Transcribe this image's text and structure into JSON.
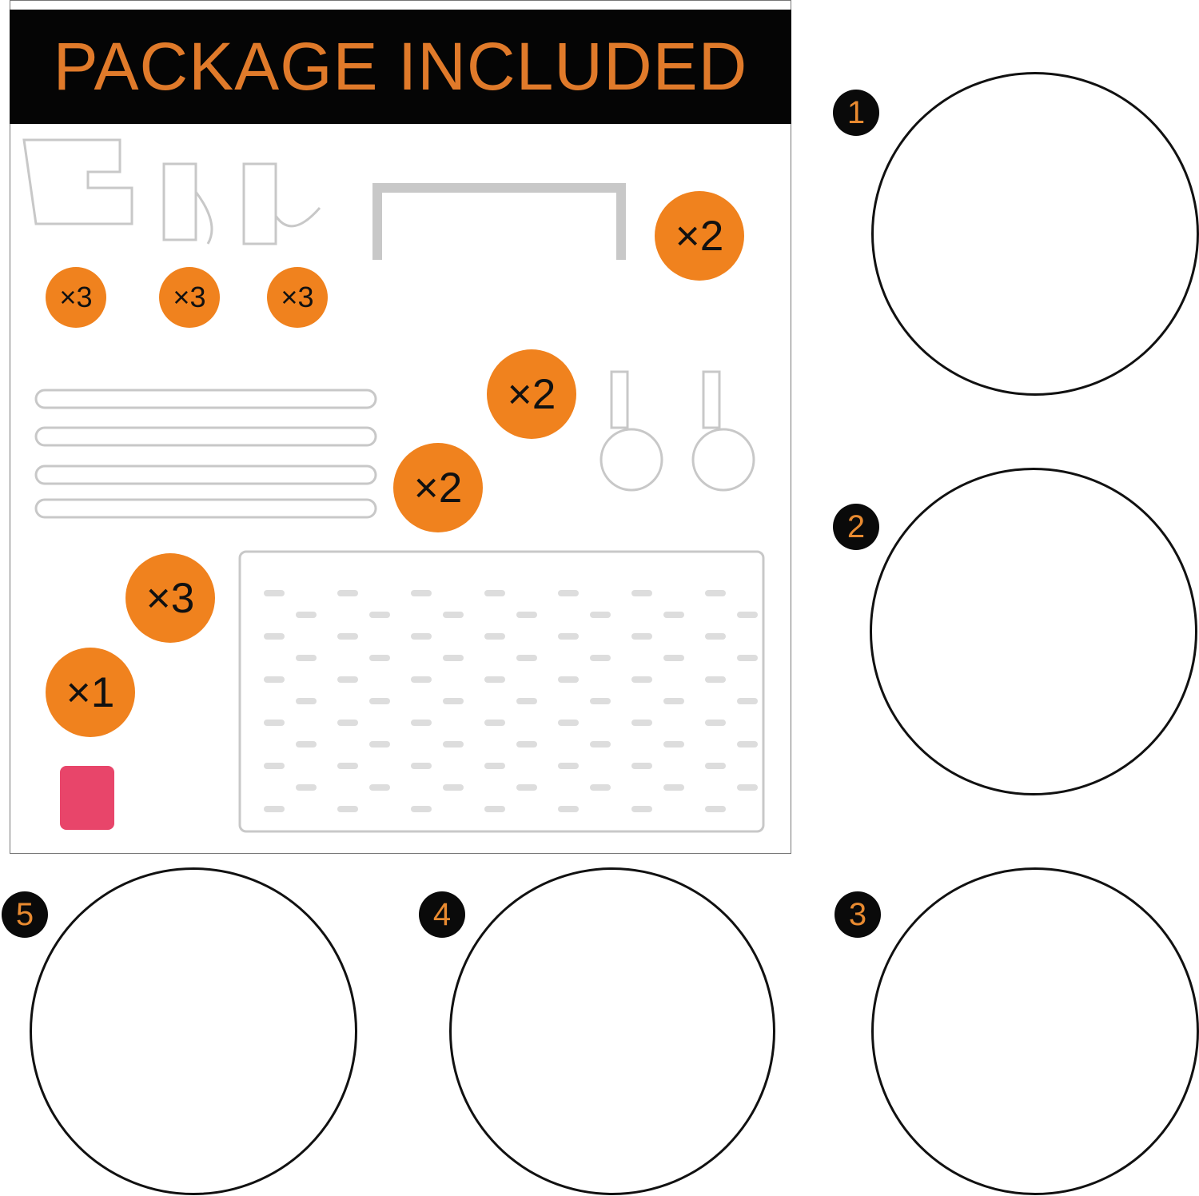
{
  "header": {
    "title": "PACKAGE INCLUDED"
  },
  "colors": {
    "accent": "#f0821e",
    "header_bg": "#050505",
    "cap": "#e8456a"
  },
  "badges": [
    {
      "label": "×3",
      "item": "clip"
    },
    {
      "label": "×3",
      "item": "hook-small"
    },
    {
      "label": "×3",
      "item": "hook-large"
    },
    {
      "label": "×2",
      "item": "handle"
    },
    {
      "label": "×2",
      "item": "caster-wheels"
    },
    {
      "label": "×2",
      "item": "poles"
    },
    {
      "label": "×3",
      "item": "shelf-tray"
    },
    {
      "label": "×1",
      "item": "rubber-mallet-cap"
    }
  ],
  "steps": [
    {
      "number": "1"
    },
    {
      "number": "2"
    },
    {
      "number": "3"
    },
    {
      "number": "4"
    },
    {
      "number": "5"
    }
  ]
}
